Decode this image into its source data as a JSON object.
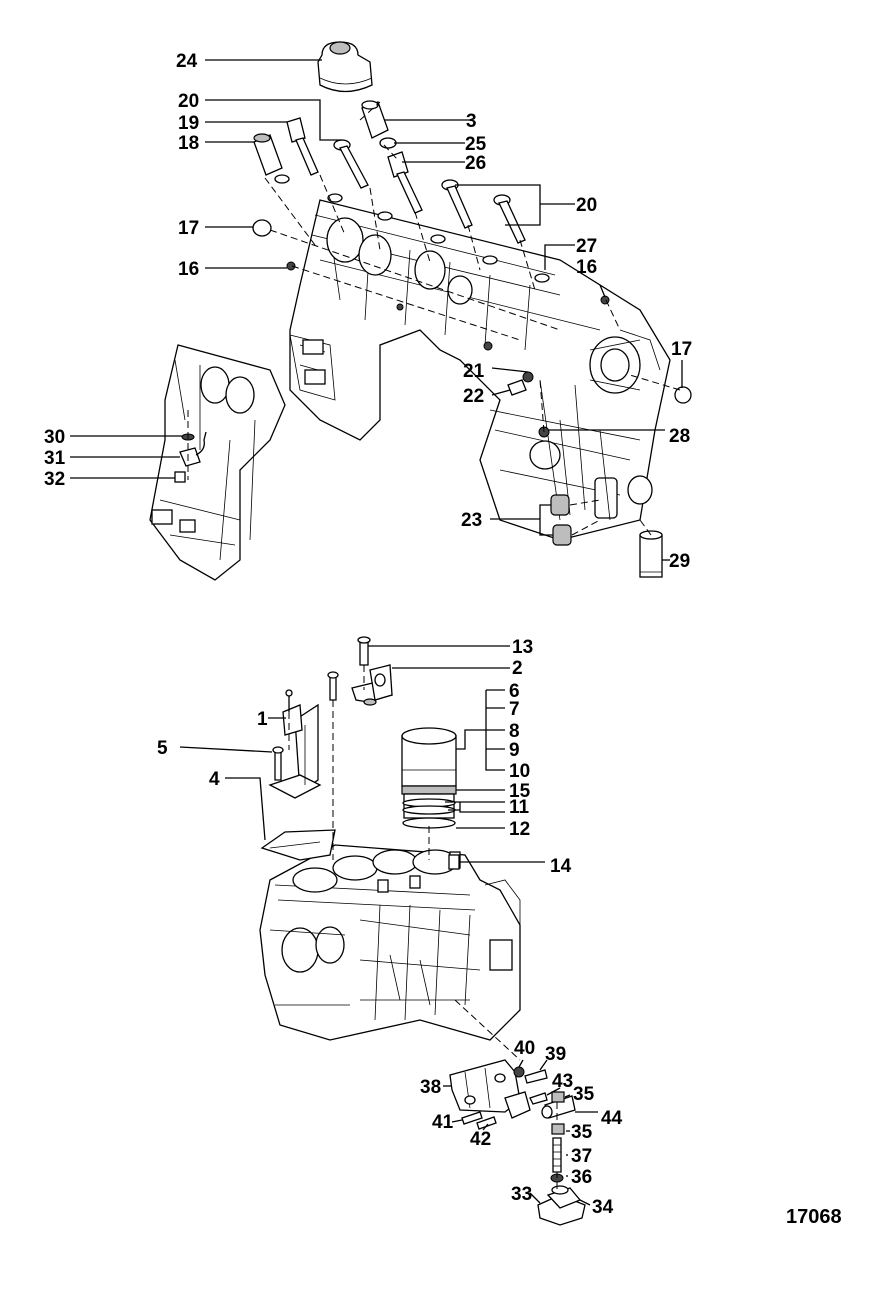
{
  "figure_id": "17068",
  "callouts": [
    {
      "id": "c24",
      "text": "24"
    },
    {
      "id": "c20a",
      "text": "20"
    },
    {
      "id": "c3",
      "text": "3"
    },
    {
      "id": "c19",
      "text": "19"
    },
    {
      "id": "c25",
      "text": "25"
    },
    {
      "id": "c18",
      "text": "18"
    },
    {
      "id": "c26",
      "text": "26"
    },
    {
      "id": "c20b",
      "text": "20"
    },
    {
      "id": "c17a",
      "text": "17"
    },
    {
      "id": "c27",
      "text": "27"
    },
    {
      "id": "c16a",
      "text": "16"
    },
    {
      "id": "c16b",
      "text": "16"
    },
    {
      "id": "c17b",
      "text": "17"
    },
    {
      "id": "c21",
      "text": "21"
    },
    {
      "id": "c22",
      "text": "22"
    },
    {
      "id": "c30",
      "text": "30"
    },
    {
      "id": "c28",
      "text": "28"
    },
    {
      "id": "c31",
      "text": "31"
    },
    {
      "id": "c32",
      "text": "32"
    },
    {
      "id": "c23",
      "text": "23"
    },
    {
      "id": "c29",
      "text": "29"
    },
    {
      "id": "c13",
      "text": "13"
    },
    {
      "id": "c2",
      "text": "2"
    },
    {
      "id": "c6",
      "text": "6"
    },
    {
      "id": "c1",
      "text": "1"
    },
    {
      "id": "c7",
      "text": "7"
    },
    {
      "id": "c8",
      "text": "8"
    },
    {
      "id": "c5",
      "text": "5"
    },
    {
      "id": "c9",
      "text": "9"
    },
    {
      "id": "c4",
      "text": "4"
    },
    {
      "id": "c10",
      "text": "10"
    },
    {
      "id": "c15",
      "text": "15"
    },
    {
      "id": "c11",
      "text": "11"
    },
    {
      "id": "c12",
      "text": "12"
    },
    {
      "id": "c14",
      "text": "14"
    },
    {
      "id": "c40",
      "text": "40"
    },
    {
      "id": "c39",
      "text": "39"
    },
    {
      "id": "c43",
      "text": "43"
    },
    {
      "id": "c38",
      "text": "38"
    },
    {
      "id": "c35a",
      "text": "35"
    },
    {
      "id": "c44",
      "text": "44"
    },
    {
      "id": "c41",
      "text": "41"
    },
    {
      "id": "c35b",
      "text": "35"
    },
    {
      "id": "c42",
      "text": "42"
    },
    {
      "id": "c37",
      "text": "37"
    },
    {
      "id": "c36",
      "text": "36"
    },
    {
      "id": "c33",
      "text": "33"
    },
    {
      "id": "c34",
      "text": "34"
    }
  ]
}
